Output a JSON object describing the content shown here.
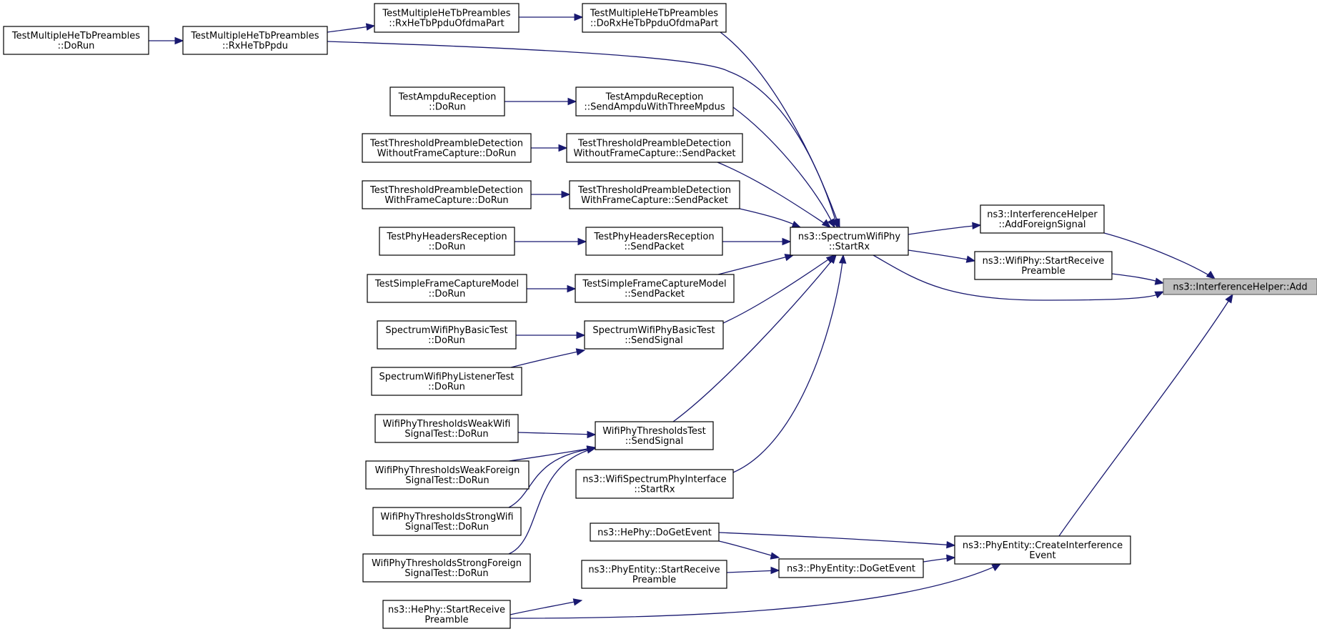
{
  "diagram": {
    "kind": "doxygen caller graph",
    "colors": {
      "edge": "#191970",
      "focus_fill": "#bfbfbf",
      "node_border": "#000000"
    },
    "nodes": [
      {
        "id": "add",
        "lines": [
          "ns3::InterferenceHelper::Add"
        ],
        "focus": true
      },
      {
        "id": "addForeign",
        "lines": [
          "ns3::InterferenceHelper",
          "::AddForeignSignal"
        ]
      },
      {
        "id": "startRecvPre",
        "lines": [
          "ns3::WifiPhy::StartReceive",
          "Preamble"
        ]
      },
      {
        "id": "spectrumStartRx",
        "lines": [
          "ns3::SpectrumWifiPhy",
          "::StartRx"
        ]
      },
      {
        "id": "createInterf",
        "lines": [
          "ns3::PhyEntity::CreateInterference",
          "Event"
        ]
      },
      {
        "id": "doRxHeTbOfdma",
        "lines": [
          "TestMultipleHeTbPreambles",
          "::DoRxHeTbPpduOfdmaPart"
        ]
      },
      {
        "id": "rxHeTbOfdma",
        "lines": [
          "TestMultipleHeTbPreambles",
          "::RxHeTbPpduOfdmaPart"
        ]
      },
      {
        "id": "rxHeTbPpdu",
        "lines": [
          "TestMultipleHeTbPreambles",
          "::RxHeTbPpdu"
        ]
      },
      {
        "id": "multiDoRun",
        "lines": [
          "TestMultipleHeTbPreambles",
          "::DoRun"
        ]
      },
      {
        "id": "sendAmpdu",
        "lines": [
          "TestAmpduReception",
          "::SendAmpduWithThreeMpdus"
        ]
      },
      {
        "id": "ampduDoRun",
        "lines": [
          "TestAmpduReception",
          "::DoRun"
        ]
      },
      {
        "id": "woSend",
        "lines": [
          "TestThresholdPreambleDetection",
          "WithoutFrameCapture::SendPacket"
        ]
      },
      {
        "id": "woDoRun",
        "lines": [
          "TestThresholdPreambleDetection",
          "WithoutFrameCapture::DoRun"
        ]
      },
      {
        "id": "wSend",
        "lines": [
          "TestThresholdPreambleDetection",
          "WithFrameCapture::SendPacket"
        ]
      },
      {
        "id": "wDoRun",
        "lines": [
          "TestThresholdPreambleDetection",
          "WithFrameCapture::DoRun"
        ]
      },
      {
        "id": "hdrSend",
        "lines": [
          "TestPhyHeadersReception",
          "::SendPacket"
        ]
      },
      {
        "id": "hdrDoRun",
        "lines": [
          "TestPhyHeadersReception",
          "::DoRun"
        ]
      },
      {
        "id": "sfcSend",
        "lines": [
          "TestSimpleFrameCaptureModel",
          "::SendPacket"
        ]
      },
      {
        "id": "sfcDoRun",
        "lines": [
          "TestSimpleFrameCaptureModel",
          "::DoRun"
        ]
      },
      {
        "id": "basicSend",
        "lines": [
          "SpectrumWifiPhyBasicTest",
          "::SendSignal"
        ]
      },
      {
        "id": "basicDoRun",
        "lines": [
          "SpectrumWifiPhyBasicTest",
          "::DoRun"
        ]
      },
      {
        "id": "listenerDoRun",
        "lines": [
          "SpectrumWifiPhyListenerTest",
          "::DoRun"
        ]
      },
      {
        "id": "thrSend",
        "lines": [
          "WifiPhyThresholdsTest",
          "::SendSignal"
        ]
      },
      {
        "id": "weakWifi",
        "lines": [
          "WifiPhyThresholdsWeakWifi",
          "SignalTest::DoRun"
        ]
      },
      {
        "id": "weakForeign",
        "lines": [
          "WifiPhyThresholdsWeakForeign",
          "SignalTest::DoRun"
        ]
      },
      {
        "id": "strongWifi",
        "lines": [
          "WifiPhyThresholdsStrongWifi",
          "SignalTest::DoRun"
        ]
      },
      {
        "id": "strongForeign",
        "lines": [
          "WifiPhyThresholdsStrongForeign",
          "SignalTest::DoRun"
        ]
      },
      {
        "id": "specIfStartRx",
        "lines": [
          "ns3::WifiSpectrumPhyInterface",
          "::StartRx"
        ]
      },
      {
        "id": "hePhyDoGet",
        "lines": [
          "ns3::HePhy::DoGetEvent"
        ]
      },
      {
        "id": "phyEntDoGet",
        "lines": [
          "ns3::PhyEntity::DoGetEvent"
        ]
      },
      {
        "id": "phyEntStartRecv",
        "lines": [
          "ns3::PhyEntity::StartReceive",
          "Preamble"
        ]
      },
      {
        "id": "hePhyStartRecv",
        "lines": [
          "ns3::HePhy::StartReceive",
          "Preamble"
        ]
      }
    ]
  }
}
